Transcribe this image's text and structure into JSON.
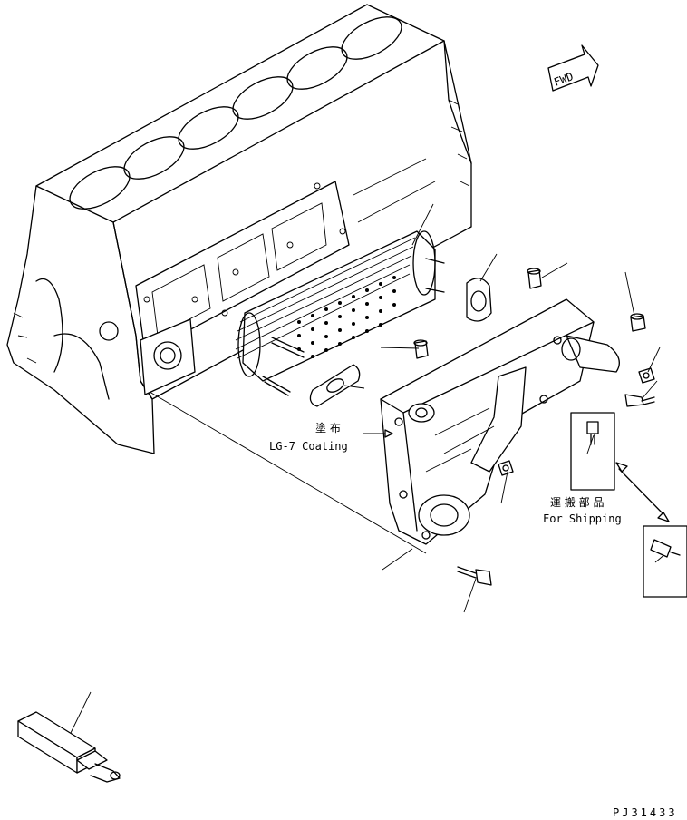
{
  "labels": {
    "fwd": "FWD",
    "coating_jp": "塗 布",
    "coating_en": "LG-7 Coating",
    "shipping_jp": "運 搬 部 品",
    "shipping_en": "For Shipping",
    "drawing_no": "PJ31433"
  }
}
